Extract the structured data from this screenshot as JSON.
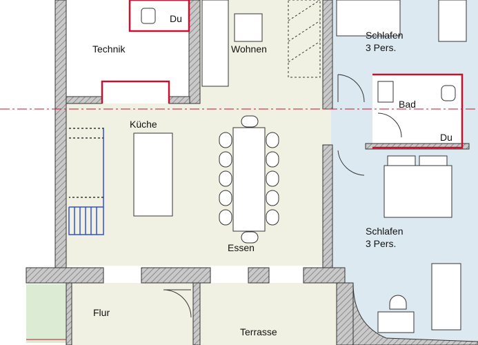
{
  "colors": {
    "floor_living": "#f1f1e3",
    "floor_bedroom": "#dde9f1",
    "floor_green": "#dcebd3",
    "wall": "#c9c9c9",
    "hatch": "#8a8a8a",
    "red_line": "#c8102e",
    "stair_blue": "#2f4fd6",
    "furniture": "#ffffff",
    "outline": "#333333"
  },
  "rooms": {
    "technik": "Technik",
    "du_top": "Du",
    "wohnen": "Wohnen",
    "schlafen_top": [
      "Schlafen",
      "3 Pers."
    ],
    "bad": "Bad",
    "du_right": "Du",
    "kueche": "Küche",
    "essen": "Essen",
    "schlafen_bottom": [
      "Schlafen",
      "3 Pers."
    ],
    "flur": "Flur",
    "terrasse": "Terrasse"
  },
  "icons": [
    "stair-icon",
    "door-swing-icon",
    "toilet-icon",
    "bed-icon",
    "chair-icon",
    "sofa-icon"
  ]
}
